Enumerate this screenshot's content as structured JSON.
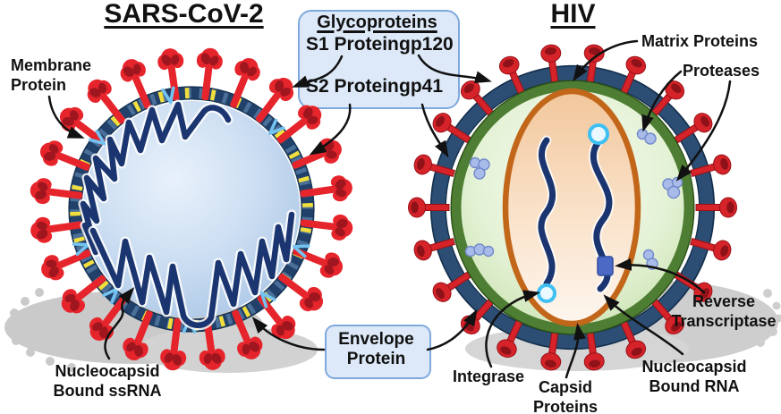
{
  "left_virus": {
    "title": "SARS-CoV-2",
    "membrane_protein_label": {
      "line1": "Membrane",
      "line2": "Protein"
    },
    "nucleocapsid_label": {
      "line1": "Nucleocapsid",
      "line2": "Bound ssRNA"
    }
  },
  "right_virus": {
    "title": "HIV",
    "matrix_label": "Matrix Proteins",
    "proteases_label": "Proteases",
    "reverse_transcriptase_label": {
      "line1": "Reverse",
      "line2": "Transcriptase"
    },
    "nucleocapsid_label": {
      "line1": "Nucleocapsid",
      "line2": "Bound RNA"
    },
    "integrase_label": "Integrase",
    "capsid_label": {
      "line1": "Capsid",
      "line2": "Proteins"
    }
  },
  "glycoproteins_box": {
    "title": "Glycoproteins",
    "rows": [
      {
        "sars": "S1 Protein",
        "hiv": "gp120"
      },
      {
        "sars": "S2 Protein",
        "hiv": "gp41"
      }
    ]
  },
  "envelope_box": {
    "line1": "Envelope",
    "line2": "Protein"
  },
  "colors": {
    "spike_red": "#e6242b",
    "spike_dark_red": "#a0161f",
    "membrane_navy": "#2d4e74",
    "yellow_tick": "#f2df3e",
    "matrix_green": "#4e7e33",
    "capsid_orange": "#c2661a",
    "rna_navy": "#1a3570",
    "membrane_protein_blue": "#74c2ef",
    "enzyme_blue": "#4b6ac6",
    "protease_blue": "#a9bce9",
    "label_box_bg": "#dde9f8",
    "label_box_border": "#7fa9dc",
    "shadow_gray": "#bdbdbd"
  }
}
